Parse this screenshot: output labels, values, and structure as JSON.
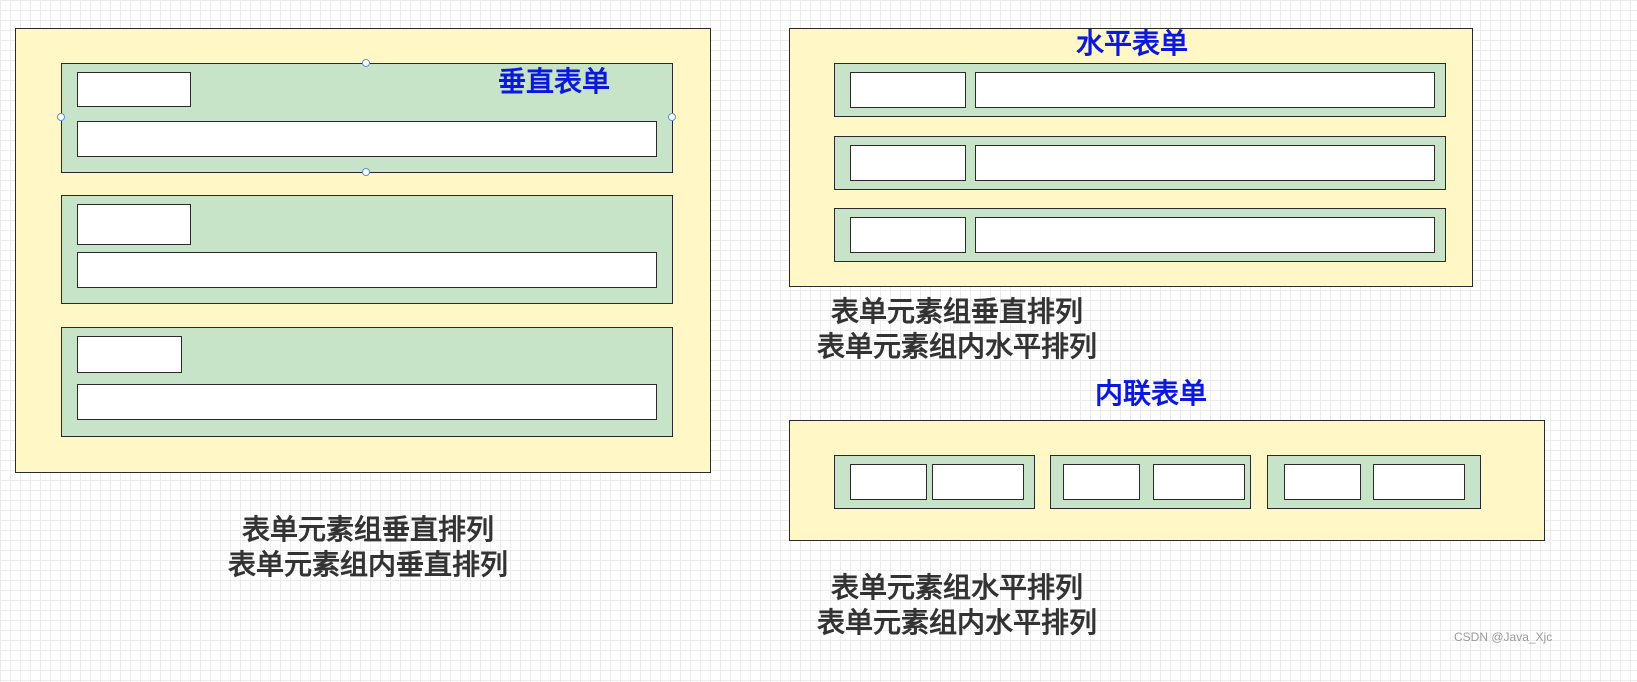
{
  "vertical_form": {
    "title": "垂直表单",
    "caption_line1": "表单元素组垂直排列",
    "caption_line2": "表单元素组内垂直排列"
  },
  "horizontal_form": {
    "title": "水平表单",
    "caption_line1": "表单元素组垂直排列",
    "caption_line2": "表单元素组内水平排列"
  },
  "inline_form": {
    "title": "内联表单",
    "caption_line1": "表单元素组水平排列",
    "caption_line2": "表单元素组内水平排列"
  },
  "watermark": "CSDN @Java_Xjc",
  "colors": {
    "panel_fill": "#fff8c6",
    "group_fill": "#c8e4c8",
    "title_color": "#0a18e0",
    "caption_color": "#333333"
  }
}
